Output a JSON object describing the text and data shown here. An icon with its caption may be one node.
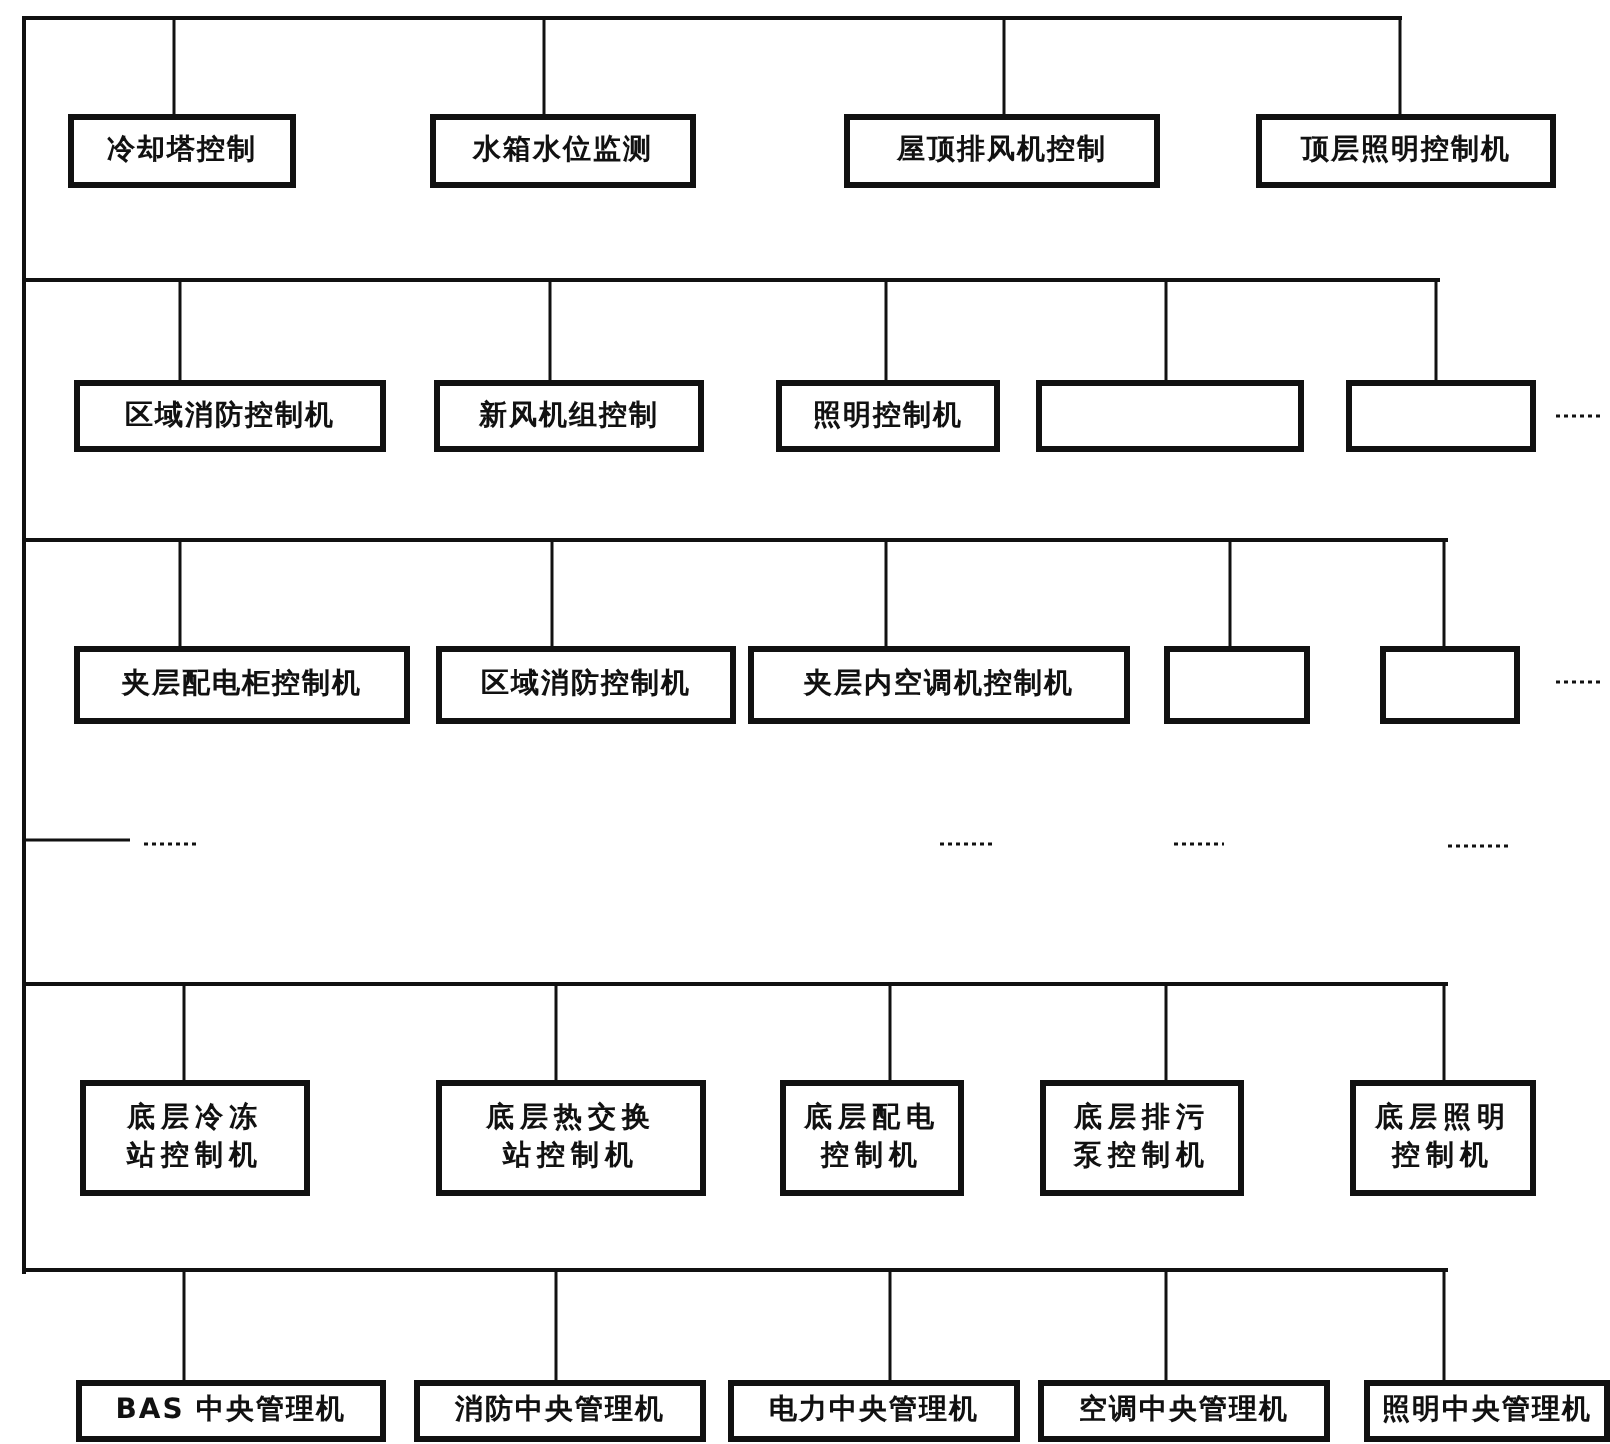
{
  "diagram": {
    "nodes": [
      {
        "text": [],
        "shape": "bar"
      },
      {
        "text": [],
        "shape": "bar"
      },
      {
        "text": [
          "冷却塔控制"
        ]
      },
      {
        "text": [
          "水箱水位监测"
        ]
      },
      {
        "text": [
          "屋顶排风机控制"
        ]
      },
      {
        "text": [
          "顶层照明控制机"
        ]
      },
      {
        "text": [],
        "shape": "bar"
      },
      {
        "text": [
          "区域消防控制机"
        ]
      },
      {
        "text": [
          "新风机组控制"
        ]
      },
      {
        "text": [
          "照明控制机"
        ]
      },
      {
        "text": [],
        "shape": "box"
      },
      {
        "text": [],
        "shape": "box"
      },
      {
        "text": [],
        "shape": "bar"
      },
      {
        "text": [
          "夹层配电柜控制机"
        ]
      },
      {
        "text": [
          "区域消防控制机"
        ]
      },
      {
        "text": [
          "夹层内空调机控制机"
        ]
      },
      {
        "text": [],
        "shape": "box"
      },
      {
        "text": [],
        "shape": "box"
      },
      {
        "text": [],
        "shape": "bar"
      },
      {
        "text": [
          "底层冷冻站控制机"
        ]
      },
      {
        "text": [
          "底层热交换站控制机"
        ]
      },
      {
        "text": [
          "底层配电控制机"
        ]
      },
      {
        "text": [
          "底层排污泵控制机"
        ]
      },
      {
        "text": [
          "底层照明控制机"
        ]
      },
      {
        "text": [],
        "shape": "bar"
      },
      {
        "text": [
          "BAS 中央管理机"
        ]
      },
      {
        "text": [
          "消防中央管理机"
        ]
      },
      {
        "text": [
          "电力中央管理机"
        ]
      },
      {
        "text": [
          "空调中央管理机"
        ]
      },
      {
        "text": [
          "照明中央管理机"
        ]
      }
    ],
    "edges": [
      {
        "from": 1,
        "to": 2,
        "arrow": "none"
      },
      {
        "from": 1,
        "to": 3,
        "arrow": "none"
      },
      {
        "from": 1,
        "to": 4,
        "arrow": "none"
      },
      {
        "from": 1,
        "to": 5,
        "arrow": "none"
      },
      {
        "from": 6,
        "to": 7,
        "arrow": "none"
      },
      {
        "from": 6,
        "to": 8,
        "arrow": "none"
      },
      {
        "from": 6,
        "to": 9,
        "arrow": "none"
      },
      {
        "from": 6,
        "to": 10,
        "arrow": "none"
      },
      {
        "from": 6,
        "to": 11,
        "arrow": "none"
      },
      {
        "from": 12,
        "to": 13,
        "arrow": "none"
      },
      {
        "from": 12,
        "to": 14,
        "arrow": "none"
      },
      {
        "from": 12,
        "to": 15,
        "arrow": "none"
      },
      {
        "from": 12,
        "to": 16,
        "arrow": "none"
      },
      {
        "from": 12,
        "to": 17,
        "arrow": "none"
      },
      {
        "from": 18,
        "to": 19,
        "arrow": "none"
      },
      {
        "from": 18,
        "to": 20,
        "arrow": "none"
      },
      {
        "from": 18,
        "to": 21,
        "arrow": "none"
      },
      {
        "from": 18,
        "to": 22,
        "arrow": "none"
      },
      {
        "from": 18,
        "to": 23,
        "arrow": "none"
      },
      {
        "from": 24,
        "to": 25,
        "arrow": "none"
      },
      {
        "from": 24,
        "to": 26,
        "arrow": "none"
      },
      {
        "from": 24,
        "to": 27,
        "arrow": "none"
      },
      {
        "from": 24,
        "to": 28,
        "arrow": "none"
      },
      {
        "from": 24,
        "to": 29,
        "arrow": "none"
      }
    ]
  }
}
